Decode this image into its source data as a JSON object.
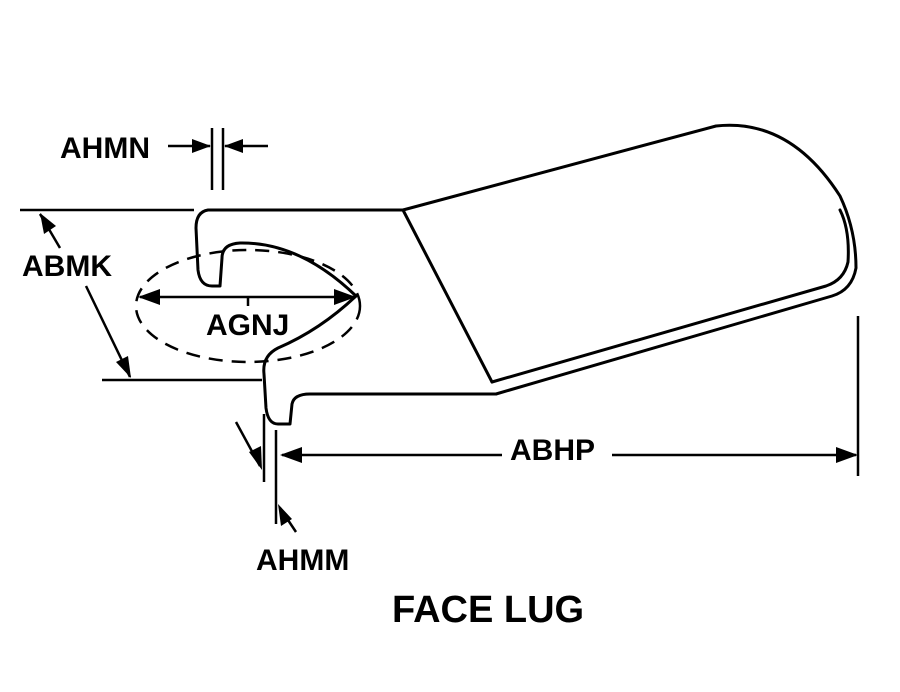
{
  "diagram": {
    "title": "FACE LUG",
    "labels": {
      "ahmn": "AHMN",
      "abmk": "ABMK",
      "agnj": "AGNJ",
      "abhp": "ABHP",
      "ahmm": "AHMM"
    },
    "colors": {
      "line": "#000000",
      "background": "#ffffff"
    }
  }
}
